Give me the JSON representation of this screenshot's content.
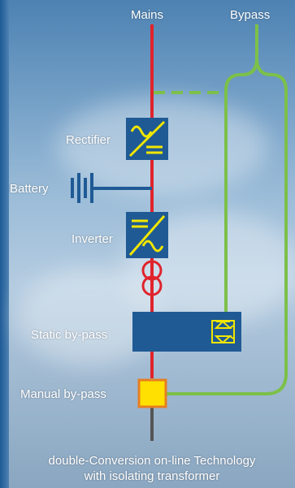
{
  "labels": {
    "mains": "Mains",
    "bypass": "Bypass",
    "rectifier": "Rectifier",
    "battery": "Battery",
    "inverter": "Inverter",
    "static_bypass": "Static by-pass",
    "manual_bypass": "Manual by-pass"
  },
  "caption": {
    "line1": "double-Conversion on-line Technology",
    "line2": "with isolating transformer"
  },
  "colors": {
    "mains_line": "#e0242c",
    "bypass_line": "#7cc04a",
    "block_fill": "#1f5a95",
    "symbol": "#f2e600",
    "manual_switch": "#ffe000",
    "manual_switch_border": "#e67e22",
    "output_line": "#555555",
    "battery_line": "#1f5a95"
  }
}
